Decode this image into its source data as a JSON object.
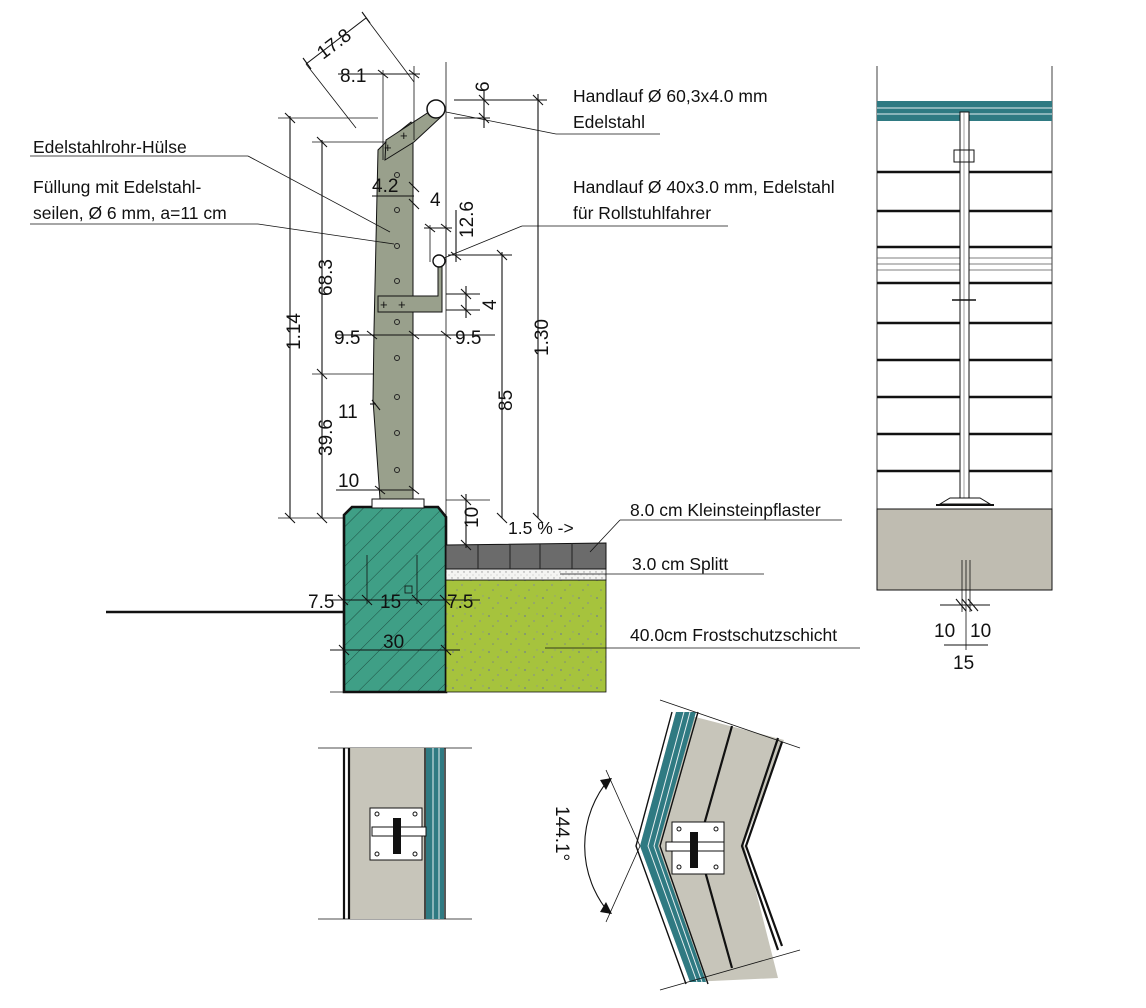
{
  "colors": {
    "post": "#99a08c",
    "concrete": "#3f9f86",
    "frost": "#a6c33d",
    "paving": "#6b6b6b",
    "splitt": "#f1f1f1",
    "wall": "#c7c5ba",
    "teal_band": "#2f7a82",
    "ground": "#bfbcb1"
  },
  "labels": {
    "sleeve": "Edelstahlrohr-Hülse",
    "fill1": "Füllung mit Edelstahl-",
    "fill2": "seilen, Ø 6 mm, a=11 cm",
    "handrail1a": "Handlauf Ø 60,3x4.0 mm",
    "handrail1b": "Edelstahl",
    "handrail2a": "Handlauf Ø 40x3.0 mm, Edelstahl",
    "handrail2b": "für Rollstuhlfahrer",
    "layer1": "8.0 cm Kleinsteinpflaster",
    "layer2": "3.0 cm Splitt",
    "layer3": "40.0cm Frostschutzschicht",
    "slope": "1.5 % ->"
  },
  "dims": {
    "d178": "17.8",
    "d81": "8.1",
    "d6": "6",
    "d42": "4.2",
    "d4a": "4",
    "d126": "12.6",
    "d683": "68.3",
    "d114": "1.14",
    "d4b": "4",
    "d130": "1.30",
    "d95a": "9.5",
    "d95b": "9.5",
    "d85": "85",
    "d396": "39.6",
    "d11": "11",
    "d10a": "10",
    "d10b": "10",
    "d75a": "7.5",
    "d15": "15",
    "d75b": "7.5",
    "d30": "30",
    "d10c": "10",
    "d10d": "10",
    "d15b": "15",
    "angle": "144.1°"
  },
  "icons": {
    "hinge": "hinge-plate-icon"
  }
}
